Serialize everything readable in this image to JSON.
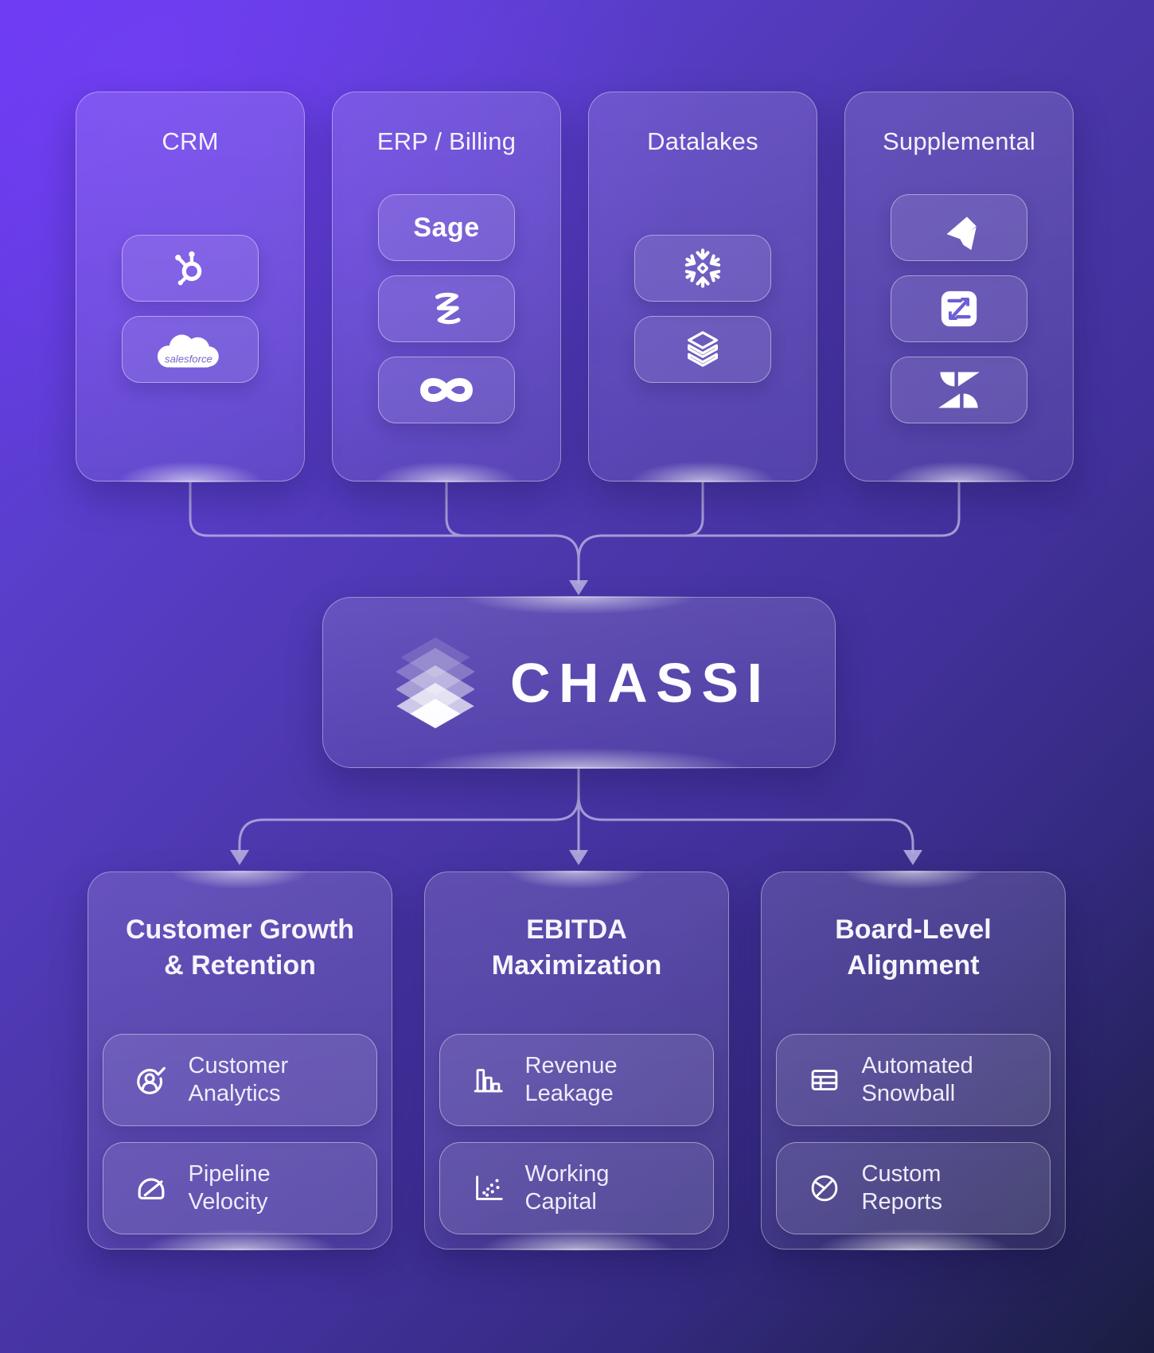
{
  "palette": {
    "bg_top_left": "#6a38f0",
    "bg_bottom_right": "#1a1d41",
    "connector": "#b5ade0",
    "text_primary": "#f4f1fc",
    "logo_purple": "#6c5ed6"
  },
  "sources": {
    "cards": [
      {
        "title": "CRM",
        "logos": [
          {
            "icon": "hubspot-logo"
          },
          {
            "icon": "salesforce-logo",
            "text": "salesforce"
          }
        ]
      },
      {
        "title": "ERP / Billing",
        "logos": [
          {
            "icon": "sage-logo",
            "text": "Sage"
          },
          {
            "icon": "zuora-logo"
          },
          {
            "icon": "infinity-logo"
          }
        ]
      },
      {
        "title": "Datalakes",
        "logos": [
          {
            "icon": "snowflake-logo"
          },
          {
            "icon": "databricks-logo"
          }
        ]
      },
      {
        "title": "Supplemental",
        "logos": [
          {
            "icon": "bolt-logo"
          },
          {
            "icon": "z-arrow-logo"
          },
          {
            "icon": "zendesk-logo"
          }
        ]
      }
    ]
  },
  "hub": {
    "wordmark": "CHASSI"
  },
  "outcomes": {
    "cards": [
      {
        "title_line1": "Customer Growth",
        "title_line2": "& Retention",
        "items": [
          {
            "icon": "user-check-icon",
            "label": "Customer Analytics"
          },
          {
            "icon": "gauge-icon",
            "label": "Pipeline Velocity"
          }
        ]
      },
      {
        "title_line1": "EBITDA",
        "title_line2": "Maximization",
        "items": [
          {
            "icon": "bar-chart-icon",
            "label": "Revenue Leakage"
          },
          {
            "icon": "scatter-plot-icon",
            "label": "Working Capital"
          }
        ]
      },
      {
        "title_line1": "Board-Level",
        "title_line2": "Alignment",
        "items": [
          {
            "icon": "table-icon",
            "label": "Automated Snowball"
          },
          {
            "icon": "pie-chart-icon",
            "label": "Custom Reports"
          }
        ]
      }
    ]
  }
}
